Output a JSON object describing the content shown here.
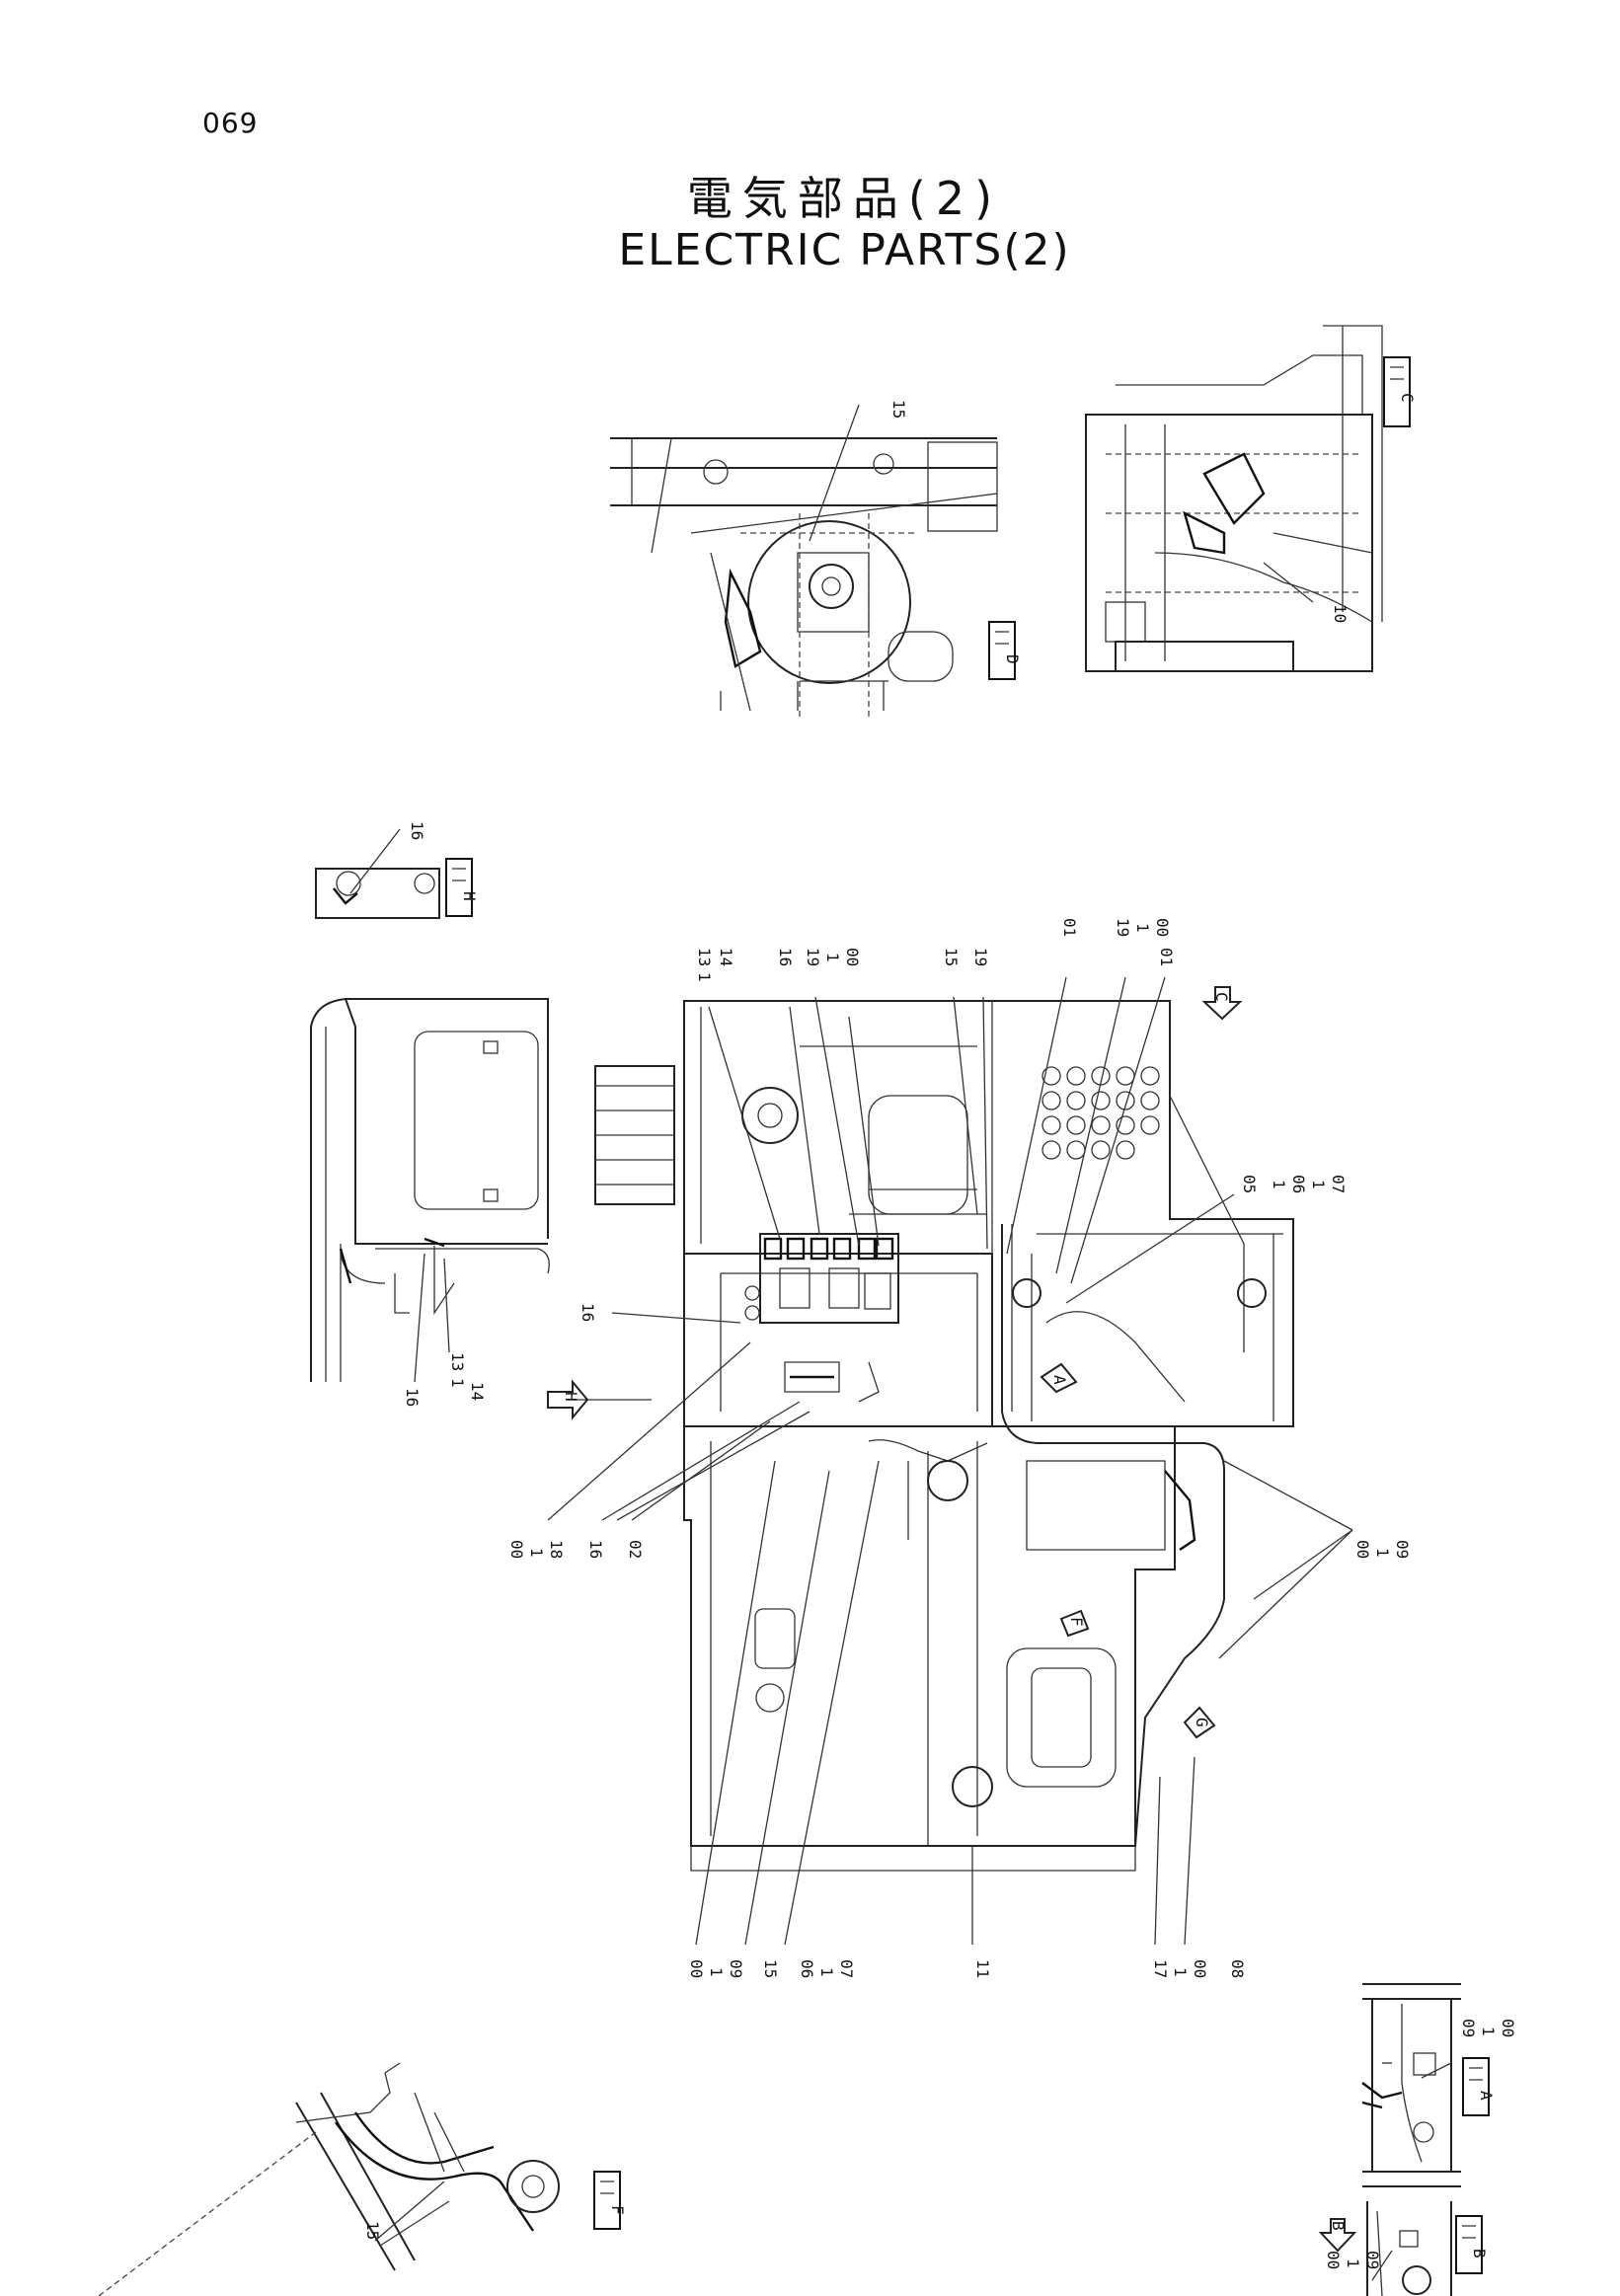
{
  "page": {
    "number": "069"
  },
  "title": {
    "japanese": "電気部品(2)",
    "english": "ELECTRIC  PARTS(2)"
  },
  "callouts": {
    "c15_top": "15",
    "c10": "10",
    "c16_h": "16",
    "c13": "13",
    "c14": "14",
    "c16a": "16",
    "c19a": "19",
    "c19a_2": "1",
    "c19a_3": "00",
    "c15b": "15",
    "c19b": "19",
    "c01a": "01",
    "c19c": "19",
    "c19c_2": "1",
    "c19c_3": "00",
    "c01b": "01",
    "c05": "05",
    "c06": "06",
    "c07": "07",
    "c16_left": "16",
    "c16_side": "16",
    "c13_side": "13",
    "c14_side": "14",
    "c00_18a": "00",
    "c00_18b": "1",
    "c00_18c": "18",
    "c16_low": "16",
    "c02": "02",
    "c00_09_r1": "00",
    "c00_09_r2": "1",
    "c00_09_r3": "09",
    "c00_09_b1": "00",
    "c00_09_b2": "1",
    "c00_09_b3": "09",
    "c15_low": "15",
    "c06_07a": "06",
    "c06_07b": "1",
    "c06_07c": "07",
    "c11": "11",
    "c17_00a": "17",
    "c17_00b": "1",
    "c17_00c": "00",
    "c08": "08",
    "c09_00_A1": "09",
    "c09_00_A2": "1",
    "c09_00_A3": "00",
    "c15_F": "15",
    "c09_00_B1": "00",
    "c09_00_B2": "1",
    "c09_00_B3": "09"
  },
  "section_tags": {
    "D": "D",
    "C": "C",
    "H": "H",
    "F": "F",
    "A": "A",
    "B": "B"
  },
  "view_arrows": {
    "arrow_C": "C",
    "arrow_H": "H",
    "arrow_A": "A",
    "arrow_F": "F",
    "arrow_G": "G",
    "arrow_B": "B"
  }
}
